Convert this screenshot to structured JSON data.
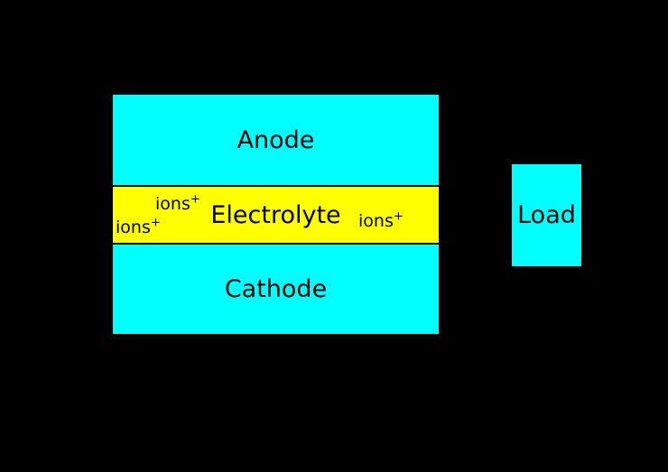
{
  "colors": {
    "background": "#000000",
    "electrode_fill": "#00ffff",
    "electrolyte_fill": "#ffff00",
    "outline": "#000000",
    "text": "#000000"
  },
  "diagram": {
    "anode": {
      "label": "Anode"
    },
    "electrolyte": {
      "label": "Electrolyte",
      "ion_labels": [
        {
          "base": "ions",
          "sup": "+",
          "position": "upper-left"
        },
        {
          "base": "ions",
          "sup": "+",
          "position": "lower-left"
        },
        {
          "base": "ions",
          "sup": "+",
          "position": "right"
        }
      ]
    },
    "cathode": {
      "label": "Cathode"
    },
    "load": {
      "label": "Load"
    }
  }
}
